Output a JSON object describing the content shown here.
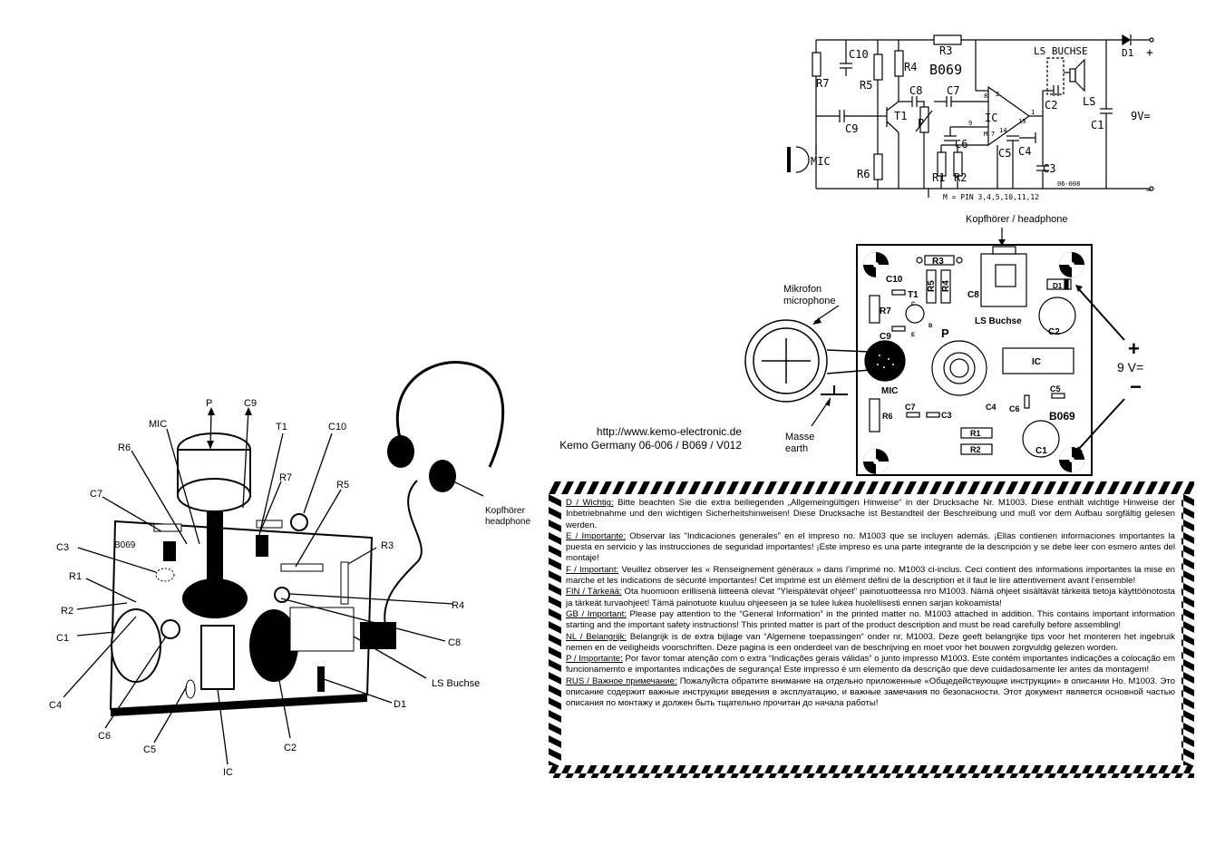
{
  "schematic": {
    "labels": {
      "r3": "R3",
      "d1": "D1",
      "plus": "+",
      "ls_buchse": "LS BUCHSE",
      "c10": "C10",
      "r4": "R4",
      "b069": "B069",
      "r7": "R7",
      "r5": "R5",
      "c8": "C8",
      "c7": "C7",
      "c2": "C2",
      "ls": "LS",
      "t1": "T1",
      "p": "P",
      "ic": "IC",
      "c9": "C9",
      "c1": "C1",
      "nine_v": "9V=",
      "c6": "C6",
      "c5": "C5",
      "c4": "C4",
      "mic": "MIC",
      "r6": "R6",
      "c3": "C3",
      "r1": "R1",
      "r2": "R2",
      "code": "06-008",
      "minus": "−",
      "m_note": "M = PIN 3,4,5,10,11,12",
      "pin8": "8",
      "pin2": "2",
      "pin1": "1",
      "pin9": "9",
      "pin13": "13",
      "pin14": "14",
      "pin7": "7",
      "pinM": "M"
    }
  },
  "pcb": {
    "headphone_label": "Kopfhörer / headphone",
    "mikrofon_label": "Mikrofon",
    "microphone_label": "microphone",
    "masse_label": "Masse",
    "earth_label": "earth",
    "plus": "+",
    "voltage": "9 V=",
    "minus": "−",
    "parts": {
      "r3": "R3",
      "c10": "C10",
      "t1": "T1",
      "r5": "R5",
      "r4": "R4",
      "c8": "C8",
      "d1": "D1",
      "r7": "R7",
      "ls_buchse": "LS Buchse",
      "c2": "C2",
      "c9": "C9",
      "p": "P",
      "ic": "IC",
      "mic": "MIC",
      "c7": "C7",
      "c3": "C3",
      "c4": "C4",
      "c6": "C6",
      "c5": "C5",
      "b069": "B069",
      "r6": "R6",
      "r1": "R1",
      "r2": "R2",
      "c1": "C1",
      "pin_c": "C",
      "pin_b": "B",
      "pin_e": "E"
    }
  },
  "assembly": {
    "labels": {
      "p": "P",
      "c9": "C9",
      "mic": "MIC",
      "t1": "T1",
      "c10": "C10",
      "r6": "R6",
      "r7": "R7",
      "c7": "C7",
      "r5": "R5",
      "c3": "C3",
      "r3": "R3",
      "r1": "R1",
      "r4": "R4",
      "r2": "R2",
      "c1": "C1",
      "c8": "C8",
      "ls_buchse": "LS Buchse",
      "c4": "C4",
      "d1": "D1",
      "c6": "C6",
      "c5": "C5",
      "c2": "C2",
      "ic": "IC",
      "board_b069": "B069",
      "kopfhoerer": "Kopfhörer",
      "headphone": "headphone"
    }
  },
  "credit": {
    "url": "http://www.kemo-electronic.de",
    "product": "Kemo Germany 06-006 / B069 / V012"
  },
  "notices": [
    {
      "lang": "D / Wichtig:",
      "text": " Bitte beachten Sie die extra beiliegenden „Allgemeingültigen Hinweise“ in der Drucksache Nr. M1003. Diese enthält wichtige Hinweise der Inbetriebnahme und den wichtigen Sicherheitshinweisen! Diese Drucksache ist Bestandteil der Beschreibung und muß vor dem Aufbau sorgfältig gelesen werden."
    },
    {
      "lang": "E / Importante:",
      "text": " Observar las \"Indicaciones generales\" en el impreso no. M1003 que se incluyen además. ¡Ellas contienen informaciones importantes la puesta en servicio y las instrucciones de seguridad importantes! ¡Este impreso es una parte integrante de la descripción  y se debe leer con esmero antes del montaje!"
    },
    {
      "lang": "F / Important:",
      "text": " Veuillez observer les « Renseignement généraux » dans l’imprimé no. M1003 ci-inclus. Ceci contient des informations importantes la mise en marche et les indications de sécurité importantes! Cet imprimé est un élément défini de la description et il faut le lire attentivement avant l’ensemble!"
    },
    {
      "lang": "FIN / Tärkeää:",
      "text": " Ota huomioon erillisenä liitteenä olevat \"Yleispätevät ohjeet\" painotuotteessa nro M1003. Nämä ohjeet sisältävät tärkeitä tietoja käyttöönotosta ja tärkeät turvaohjeet! Tämä painotuote kuuluu ohjeeseen ja se tulee lukea huolellisesti ennen sarjan kokoamista!"
    },
    {
      "lang": "GB / Important:",
      "text": " Please pay attention to the “General Information” in the printed matter no. M1003 attached in addition. This contains important information starting and the important safety instructions! This printed matter is part of the product description and must be read carefully before assembling!"
    },
    {
      "lang": "NL / Belangrijk:",
      "text": " Belangrijk is de extra bijlage van “Algemene toepassingen“ onder nr. M1003. Deze geeft belangrijke tips voor het monteren het ingebruik nemen en de veiligheids voorschriften. Deze pagina is een onderdeel van de beschrijving en moet voor het bouwen zorgvuldig gelezen worden."
    },
    {
      "lang": "P / Importante:",
      "text": " Por favor tomar atenção com o extra “Indicações gerais válidas” o junto impresso M1003. Este contém importantes indicações a colocação em funcionamemto e importantes indicações de segurança! Este impresso é um elemento da descrição que deve cuidadosamente ler antes da montagem!"
    },
    {
      "lang": "RUS / Важное примечание:",
      "text": " Пожалуйста обратите внимание на отдельно приложенные «Общедействующие инструкции» в описании Но. М1003. Это описание содержит важные инструкции введения в эксплуатацию, и важные замечания по безопасности. Этот документ является основной частью описания по монтажу и должен быть тщательно прочитан до начала работы!"
    }
  ]
}
